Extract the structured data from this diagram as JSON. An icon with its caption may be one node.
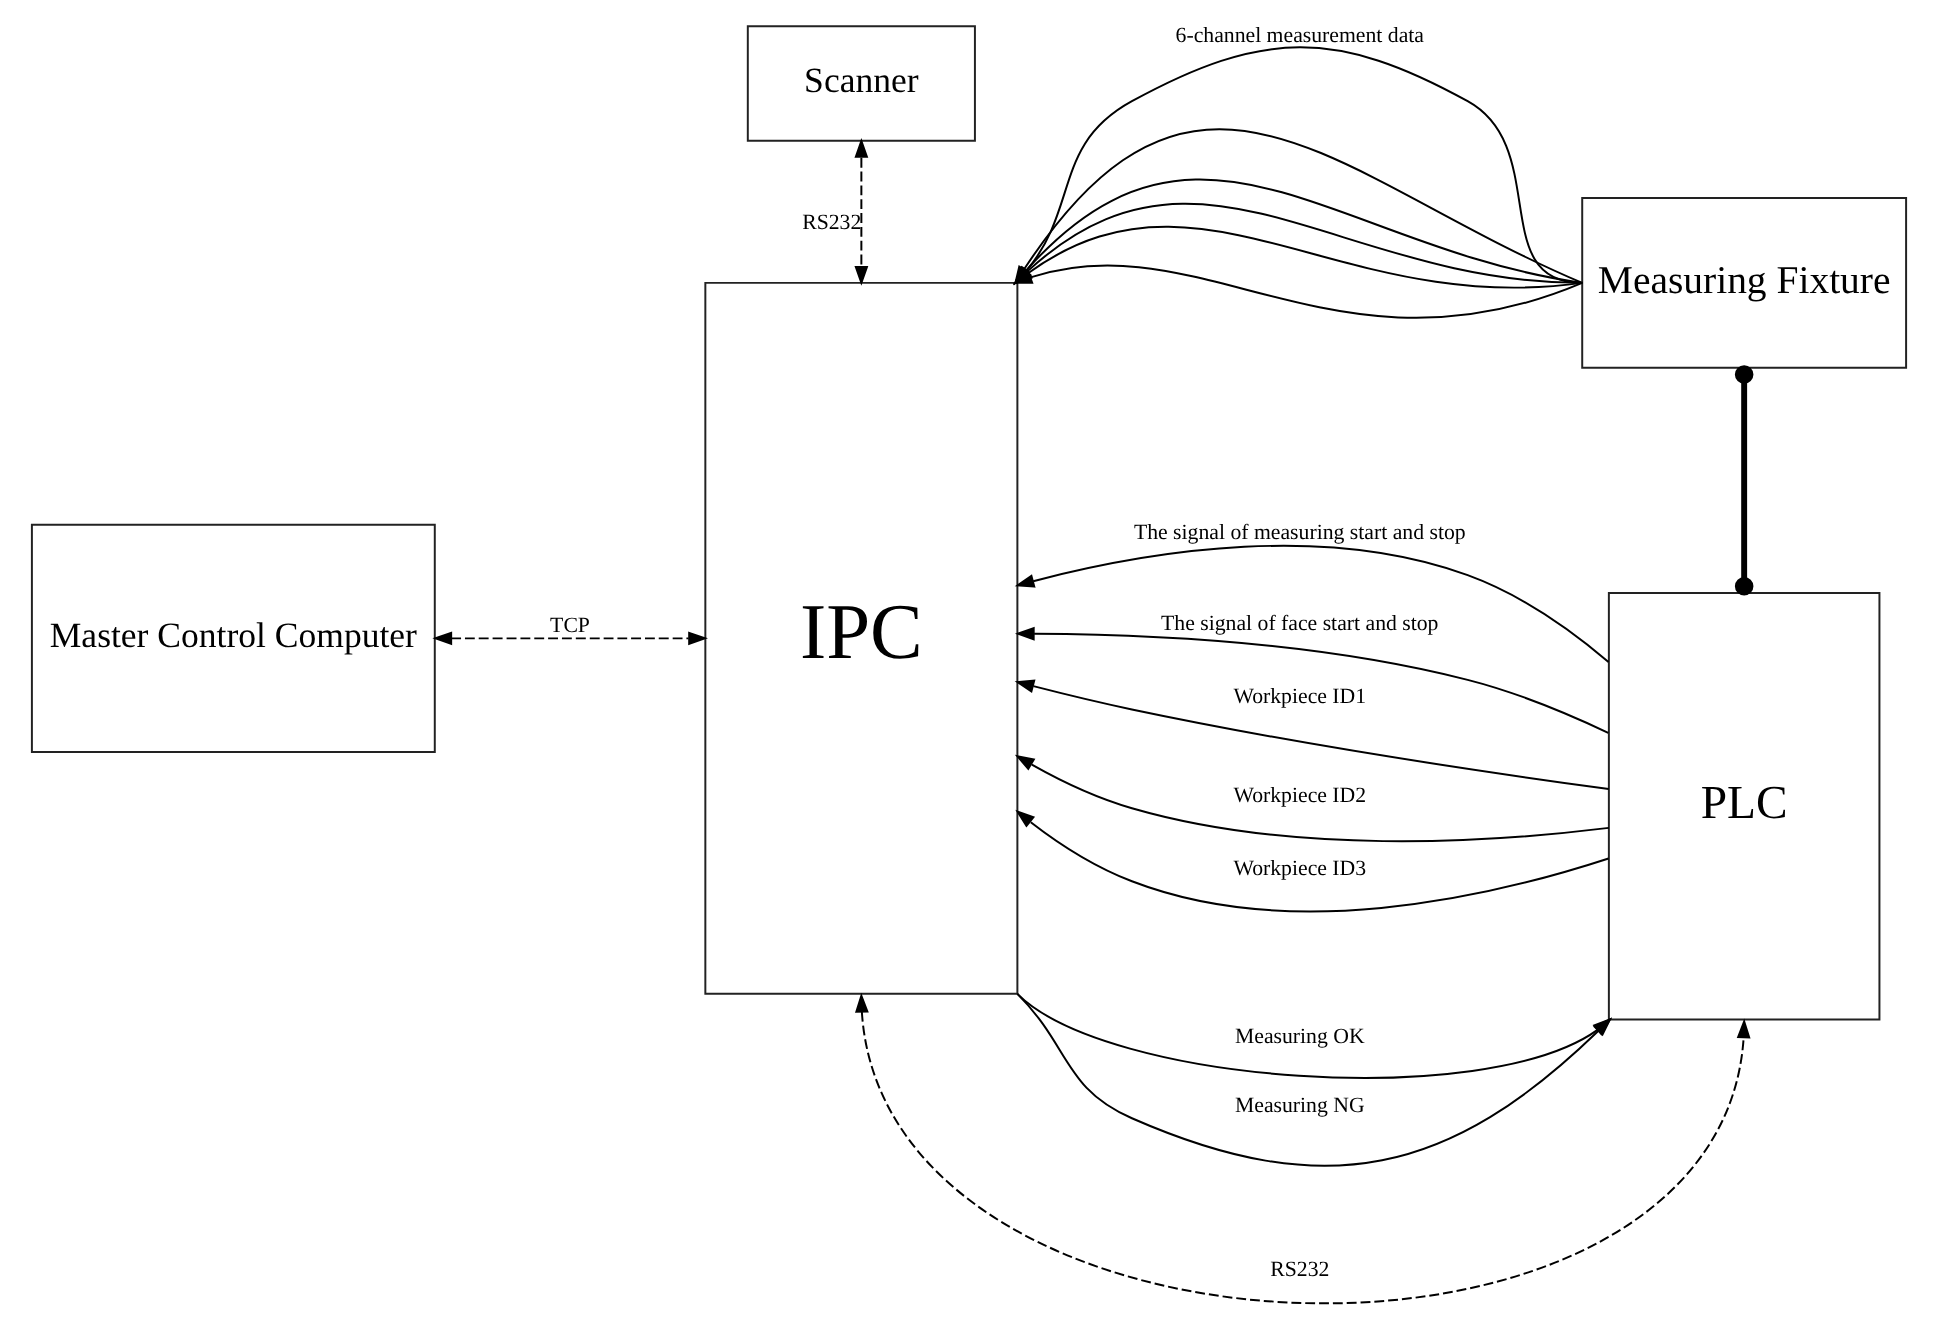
{
  "diagram": {
    "nodes": [
      {
        "text": [
          "Scanner"
        ]
      },
      {
        "text": [
          "Master Control Computer"
        ]
      },
      {
        "text": [
          "IPC"
        ]
      },
      {
        "text": [
          "Measuring Fixture"
        ]
      },
      {
        "text": [
          "PLC"
        ]
      }
    ],
    "edges": [
      {
        "from": 0,
        "to": 2,
        "arrow": "both",
        "style": "dashed",
        "label": "RS232"
      },
      {
        "from": 1,
        "to": 2,
        "arrow": "both",
        "style": "dashed",
        "label": "TCP"
      },
      {
        "from": 3,
        "to": 2,
        "arrow": "to",
        "label": "6-channel measurement data"
      },
      {
        "from": 3,
        "to": 2,
        "arrow": "to"
      },
      {
        "from": 3,
        "to": 2,
        "arrow": "to"
      },
      {
        "from": 3,
        "to": 2,
        "arrow": "to"
      },
      {
        "from": 3,
        "to": 2,
        "arrow": "to"
      },
      {
        "from": 3,
        "to": 2,
        "arrow": "to"
      },
      {
        "from": 3,
        "to": 4,
        "arrow": "other",
        "style": "thick"
      },
      {
        "from": 4,
        "to": 2,
        "arrow": "to",
        "label": "The signal of measuring start and stop"
      },
      {
        "from": 4,
        "to": 2,
        "arrow": "to",
        "label": "The signal of face start and stop"
      },
      {
        "from": 4,
        "to": 2,
        "arrow": "to",
        "label": "Workpiece ID1"
      },
      {
        "from": 4,
        "to": 2,
        "arrow": "to",
        "label": "Workpiece ID2"
      },
      {
        "from": 4,
        "to": 2,
        "arrow": "to",
        "label": "Workpiece ID3"
      },
      {
        "from": 2,
        "to": 4,
        "arrow": "to",
        "label": "Measuring OK"
      },
      {
        "from": 2,
        "to": 4,
        "arrow": "to",
        "label": "Measuring NG"
      },
      {
        "from": 2,
        "to": 4,
        "arrow": "both",
        "style": "dashed",
        "label": "RS232"
      }
    ]
  }
}
